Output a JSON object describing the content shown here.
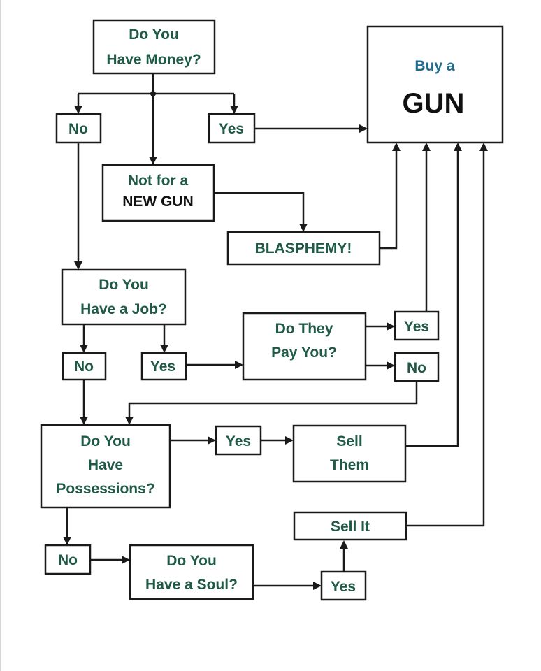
{
  "colors": {
    "text_green": "#1f5a45",
    "text_blue": "#1f6b8e",
    "text_black": "#111111",
    "line": "#1a1a1a",
    "background": "#ffffff"
  },
  "nodes": {
    "have_money": {
      "lines": [
        "Do You",
        "Have Money?"
      ]
    },
    "money_no": {
      "label": "No"
    },
    "money_yes": {
      "label": "Yes"
    },
    "not_new_gun": {
      "line1": "Not for a",
      "line2": "NEW GUN"
    },
    "blasphemy": {
      "label": "BLASPHEMY!"
    },
    "buy_gun": {
      "line1": "Buy a",
      "line2": "GUN"
    },
    "have_job": {
      "lines": [
        "Do You",
        "Have a Job?"
      ]
    },
    "job_no": {
      "label": "No"
    },
    "job_yes": {
      "label": "Yes"
    },
    "pay_you": {
      "lines": [
        "Do They",
        "Pay You?"
      ]
    },
    "pay_yes": {
      "label": "Yes"
    },
    "pay_no": {
      "label": "No"
    },
    "possessions": {
      "lines": [
        "Do You",
        "Have",
        "Possessions?"
      ]
    },
    "poss_yes": {
      "label": "Yes"
    },
    "sell_them": {
      "lines": [
        "Sell",
        "Them"
      ]
    },
    "poss_no": {
      "label": "No"
    },
    "have_soul": {
      "lines": [
        "Do You",
        "Have a Soul?"
      ]
    },
    "soul_yes": {
      "label": "Yes"
    },
    "sell_it": {
      "label": "Sell It"
    }
  },
  "edges": [
    {
      "from": "have_money",
      "to": "money_no"
    },
    {
      "from": "have_money",
      "to": "money_yes"
    },
    {
      "from": "have_money",
      "to": "not_new_gun"
    },
    {
      "from": "money_yes",
      "to": "buy_gun"
    },
    {
      "from": "not_new_gun",
      "to": "blasphemy"
    },
    {
      "from": "blasphemy",
      "to": "buy_gun"
    },
    {
      "from": "money_no",
      "to": "have_job"
    },
    {
      "from": "have_job",
      "to": "job_no"
    },
    {
      "from": "have_job",
      "to": "job_yes"
    },
    {
      "from": "job_yes",
      "to": "pay_you"
    },
    {
      "from": "pay_you",
      "to": "pay_yes"
    },
    {
      "from": "pay_you",
      "to": "pay_no"
    },
    {
      "from": "pay_yes",
      "to": "buy_gun"
    },
    {
      "from": "pay_no",
      "to": "possessions"
    },
    {
      "from": "job_no",
      "to": "possessions"
    },
    {
      "from": "possessions",
      "to": "poss_yes"
    },
    {
      "from": "poss_yes",
      "to": "sell_them"
    },
    {
      "from": "sell_them",
      "to": "buy_gun"
    },
    {
      "from": "possessions",
      "to": "poss_no"
    },
    {
      "from": "poss_no",
      "to": "have_soul"
    },
    {
      "from": "have_soul",
      "to": "soul_yes"
    },
    {
      "from": "soul_yes",
      "to": "sell_it"
    },
    {
      "from": "sell_it",
      "to": "buy_gun"
    }
  ]
}
